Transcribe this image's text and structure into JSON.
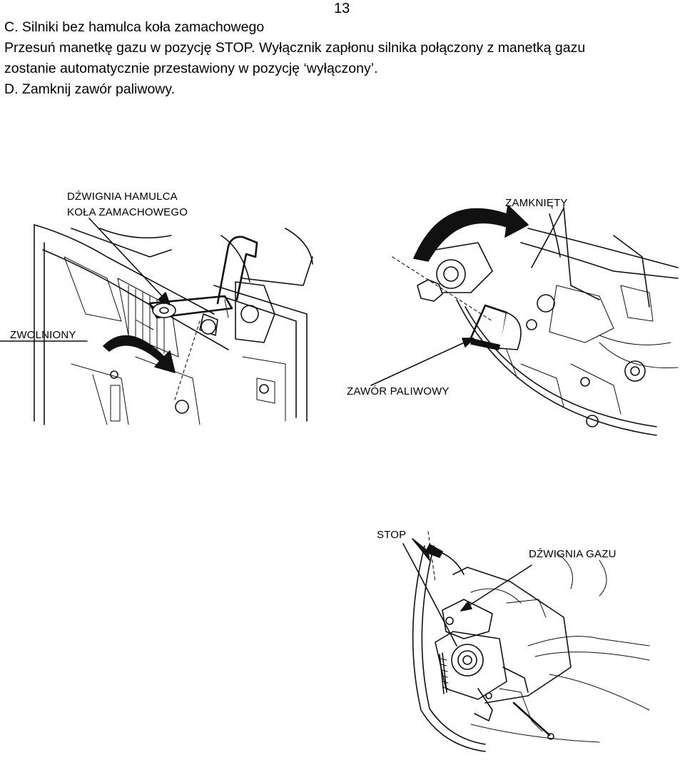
{
  "page": {
    "number": "13"
  },
  "text": {
    "line1": "C.  Silniki bez hamulca koła zamachowego",
    "line2": "Przesuń manetkę gazu w pozycję STOP. Wyłącznik zapłonu silnika połączony z manetką gazu",
    "line3": "zostanie automatycznie przestawiony w pozycję ‘wyłączony’.",
    "line4": "D. Zamknij zawór paliwowy."
  },
  "figure_brake": {
    "label_lever_1": "DŹWIGNIA HAMULCA",
    "label_lever_2": "KOŁA ZAMACHOWEGO",
    "label_released": "ZWOLNIONY"
  },
  "figure_fuel_valve": {
    "label_closed": "ZAMKNIĘTY",
    "label_valve": "ZAWÓR PALIWOWY"
  },
  "figure_throttle": {
    "label_stop": "STOP",
    "label_lever": "DŹWIGNIA GAZU"
  }
}
